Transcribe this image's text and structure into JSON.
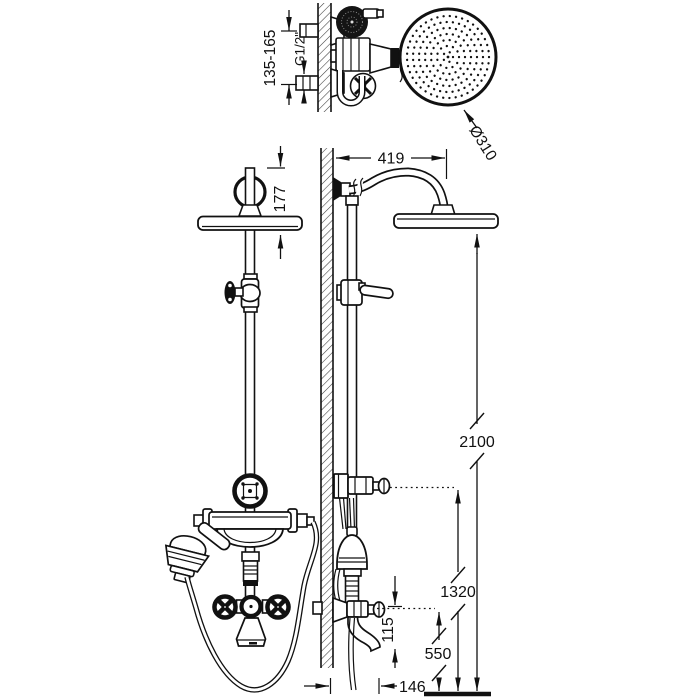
{
  "colors": {
    "line": "#111111",
    "background": "#ffffff"
  },
  "detail_view": {
    "connection_spacing": "135-165",
    "thread_size": "G1/2\""
  },
  "top_view": {
    "head_diameter": "Ø310"
  },
  "dimensions": {
    "arm_projection": "419",
    "head_drop": "177",
    "total_height": "2100",
    "handshower_bracket_height": "1320",
    "mixer_height": "550",
    "spout_drop": "115",
    "spout_projection": "146"
  }
}
